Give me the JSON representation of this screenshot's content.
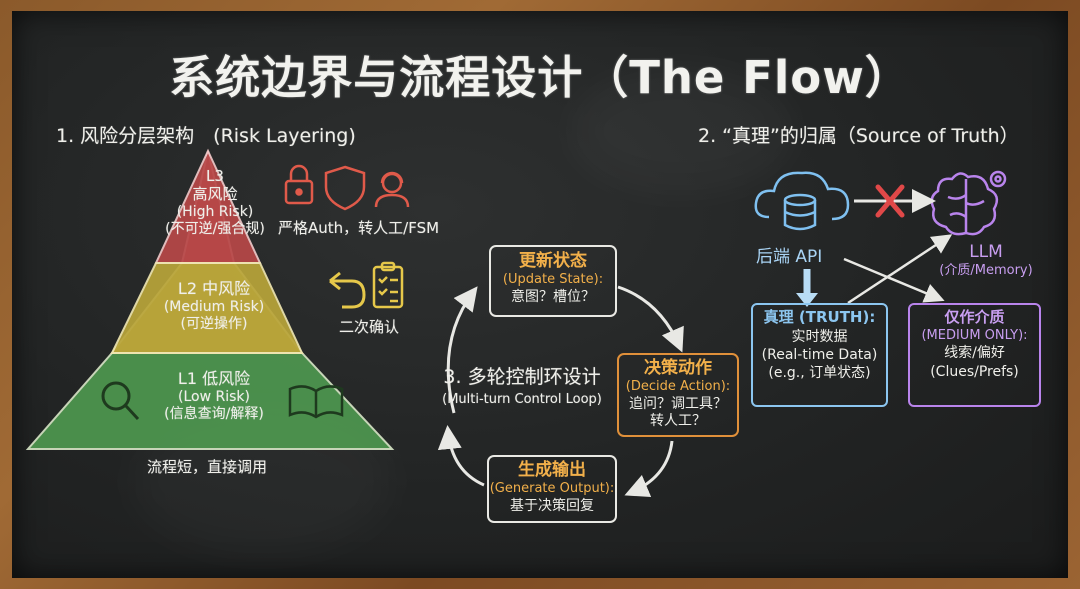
{
  "title": "系统边界与流程设计（The Flow）",
  "section1": {
    "heading": "1. 风险分层架构　(Risk Layering)"
  },
  "section2": {
    "heading": "2. “真理”的归属（Source of Truth）"
  },
  "pyramid": {
    "l3": {
      "level": "L3",
      "name": "高风险",
      "en": "(High Risk)",
      "desc": "(不可逆/强合规)",
      "color": "#b84848"
    },
    "l2": {
      "level": "L2 中风险",
      "en": "(Medium Risk)",
      "desc": "(可逆操作)",
      "color": "#b9a53a"
    },
    "l1": {
      "level": "L1 低风险",
      "en": "(Low Risk)",
      "desc": "(信息查询/解释)",
      "color": "#4f9a50"
    }
  },
  "notes": {
    "l3": "严格Auth，转人工/FSM",
    "l2": "二次确认",
    "l1": "流程短，直接调用"
  },
  "loop": {
    "title": "3. 多轮控制环设计",
    "subtitle": "(Multi-turn Control Loop)",
    "steps": [
      {
        "title": "更新状态",
        "en": "(Update State):",
        "desc": "意图？槽位？"
      },
      {
        "title": "决策动作",
        "en": "(Decide Action):",
        "desc1": "追问？调工具？",
        "desc2": "转人工？"
      },
      {
        "title": "生成输出",
        "en": "(Generate Output):",
        "desc": "基于决策回复"
      }
    ]
  },
  "truth": {
    "api_label": "后端 API",
    "llm_label": "LLM",
    "llm_sub": "(介质/Memory)",
    "truth_box": {
      "title": "真理 (TRUTH):",
      "l1": "实时数据",
      "l2": "(Real-time Data)",
      "l3": "(e.g., 订单状态)"
    },
    "medium_box": {
      "title": "仅作介质",
      "en": "(MEDIUM ONLY):",
      "l1": "线索/偏好",
      "l2": "(Clues/Prefs)"
    }
  },
  "colors": {
    "accent_orange": "#f2b04a",
    "api_blue": "#8cc6f0",
    "llm_purple": "#c89ef0",
    "cross_red": "#e04848"
  }
}
